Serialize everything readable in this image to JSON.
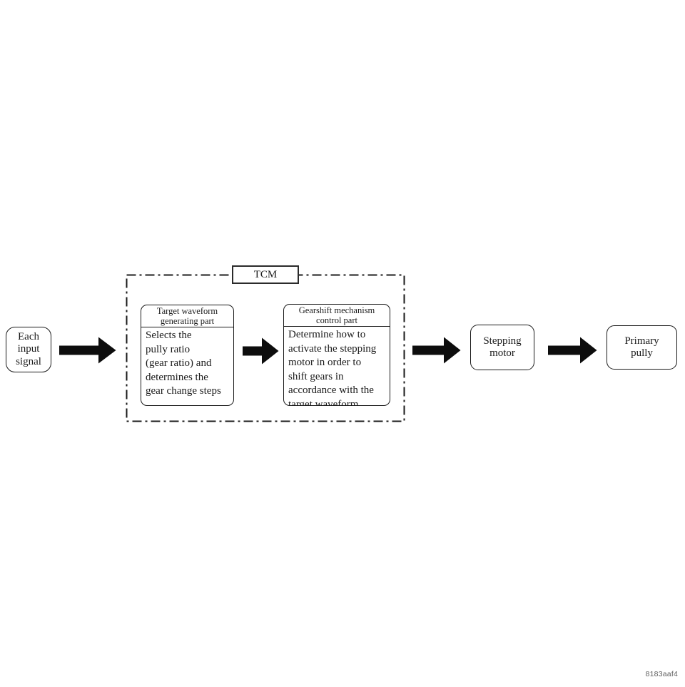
{
  "diagram": {
    "input_signal": {
      "label": "Each\ninput\nsignal"
    },
    "tcm": {
      "label": "TCM",
      "waveform_box": {
        "header": "Target waveform\ngenerating part",
        "body": "Selects the\npully ratio\n(gear ratio) and\ndetermines the\ngear change steps"
      },
      "gearshift_box": {
        "header": "Gearshift mechanism\ncontrol part",
        "body": "Determine how to\nactivate the stepping\nmotor in order to\nshift gears in\naccordance with the\ntarget waveform."
      }
    },
    "stepping_motor": {
      "label": "Stepping\nmotor"
    },
    "primary_pully": {
      "label": "Primary\npully"
    },
    "figure_code": "8183aaf4",
    "colors": {
      "line": "#1a1a1a",
      "background": "#ffffff"
    }
  }
}
